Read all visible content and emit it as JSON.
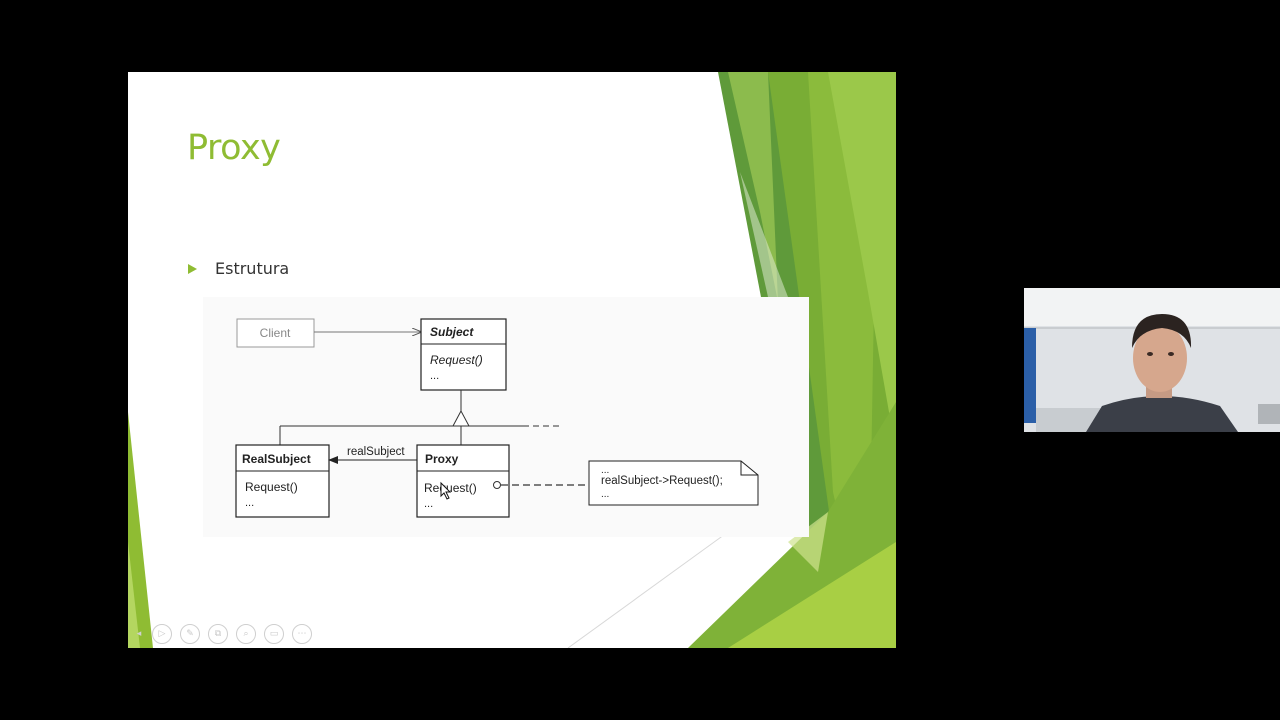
{
  "slide": {
    "title": "Proxy",
    "bullet": "Estrutura",
    "accent_color": "#8fbc33"
  },
  "diagram": {
    "client": "Client",
    "subject": {
      "name": "Subject",
      "op": "Request()",
      "ellipsis": "..."
    },
    "real_subject": {
      "name": "RealSubject",
      "op": "Request()",
      "ellipsis": "..."
    },
    "proxy": {
      "name": "Proxy",
      "op": "Request()",
      "ellipsis": "..."
    },
    "association_label": "realSubject",
    "note": {
      "top": "...",
      "code": "realSubject->Request();",
      "bottom": "..."
    }
  },
  "toolbar": {
    "items": [
      {
        "icon": "previous-arrow-icon",
        "glyph": "◂"
      },
      {
        "icon": "play-icon",
        "glyph": "▷"
      },
      {
        "icon": "pen-icon",
        "glyph": "✎"
      },
      {
        "icon": "slides-icon",
        "glyph": "⧉"
      },
      {
        "icon": "zoom-icon",
        "glyph": "⌕"
      },
      {
        "icon": "screen-icon",
        "glyph": "▭"
      },
      {
        "icon": "more-options-icon",
        "glyph": "⋯"
      }
    ]
  },
  "webcam": {
    "label": "presenter-webcam"
  }
}
